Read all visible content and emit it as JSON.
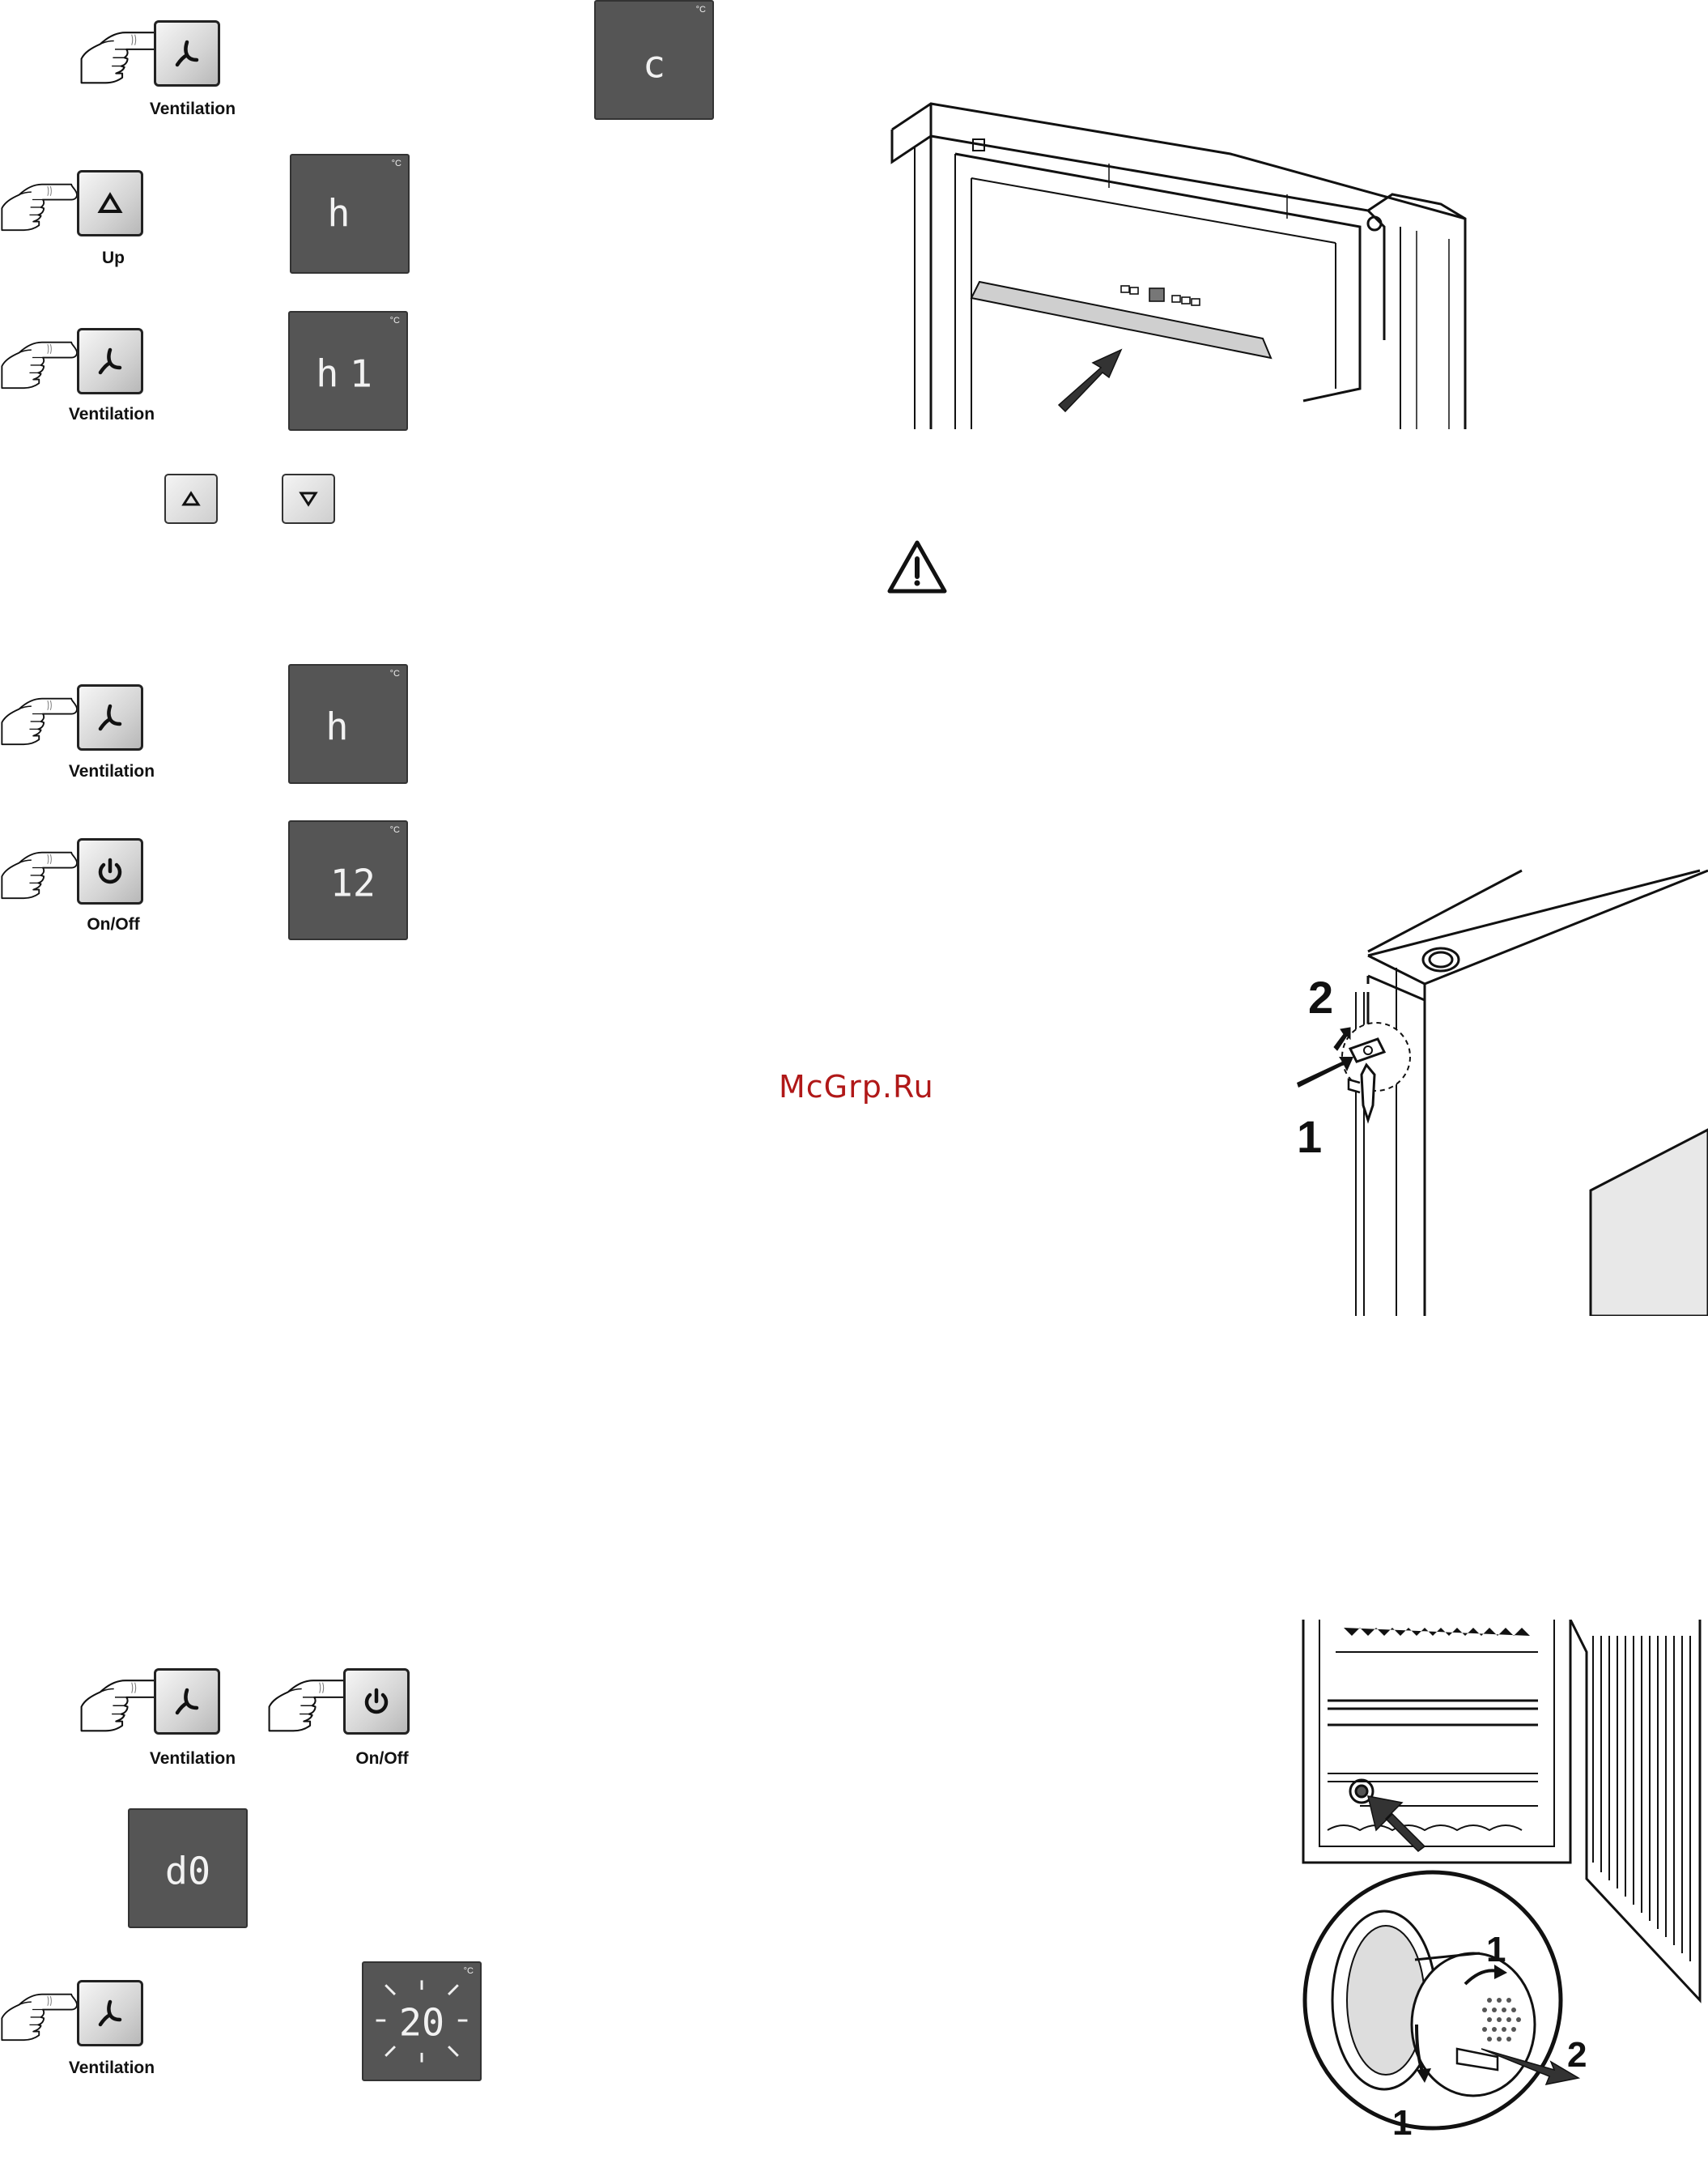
{
  "labels": {
    "ventilation_1": "Ventilation",
    "up": "Up",
    "ventilation_2": "Ventilation",
    "ventilation_3": "Ventilation",
    "onoff_1": "On/Off",
    "ventilation_4": "Ventilation",
    "onoff_2": "On/Off",
    "ventilation_5": "Ventilation"
  },
  "displays": {
    "d_top": "c",
    "d_1": "h",
    "d_2": "h1",
    "d_3": "h",
    "d_4": "12",
    "d_5": "d0",
    "d_6": "20",
    "degree": "°C"
  },
  "figure_numbers": {
    "lock_step_1": "1",
    "lock_step_2": "2",
    "filter_step_1a": "1",
    "filter_step_1b": "1",
    "filter_step_2": "2"
  },
  "watermark": "McGrp.Ru",
  "icons": {
    "ventilation": "fan-icon",
    "up": "triangle-up-icon",
    "down": "triangle-down-icon",
    "onoff": "power-icon",
    "warning": "warning-triangle-icon"
  }
}
